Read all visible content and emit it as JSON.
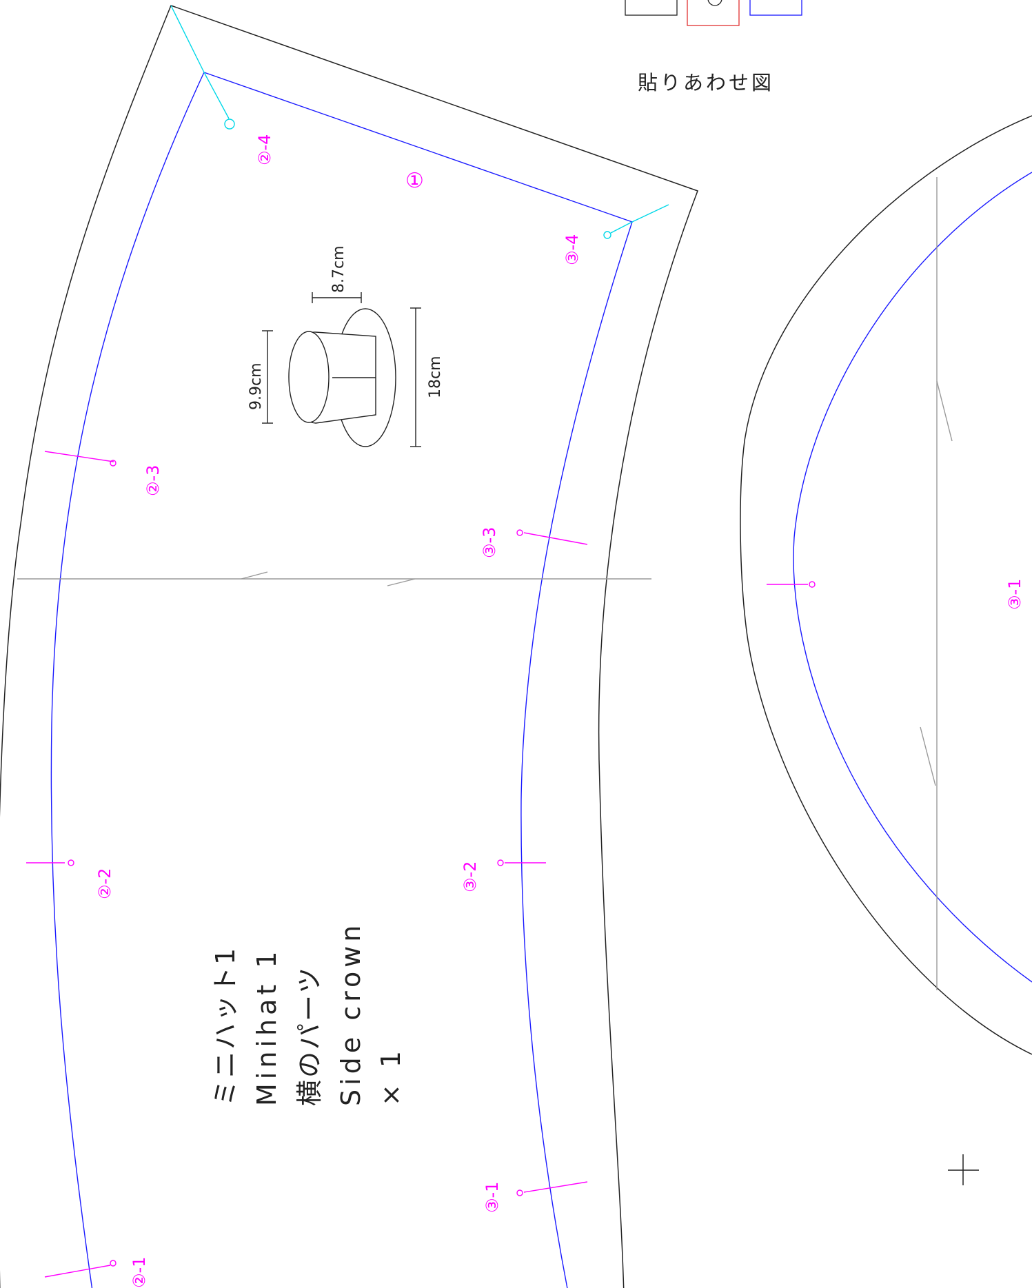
{
  "legend": {
    "title": "貼りあわせ図"
  },
  "piece_label": {
    "line1": "ミニハット1",
    "line2": "Minihat 1",
    "line3": "横のパーツ",
    "line4": "Side crown",
    "line5": "× 1"
  },
  "dimensions": {
    "top": "8.7cm",
    "height": "9.9cm",
    "brim": "18cm"
  },
  "marks": {
    "m1": "①",
    "m2_4": "②-4",
    "m3_4": "③-4",
    "m2_3": "②-3",
    "m3_3": "③-3",
    "m2_2": "②-2",
    "m3_2": "③-2",
    "m3_1": "③-1",
    "m2_1": "②-1",
    "m3_1b": "③-1"
  },
  "colors": {
    "outline": "#222222",
    "seam": "#1a1aff",
    "notch": "#ff00ff",
    "corner": "#00d8e8",
    "grain": "#999999",
    "legend_red": "#e03030"
  }
}
